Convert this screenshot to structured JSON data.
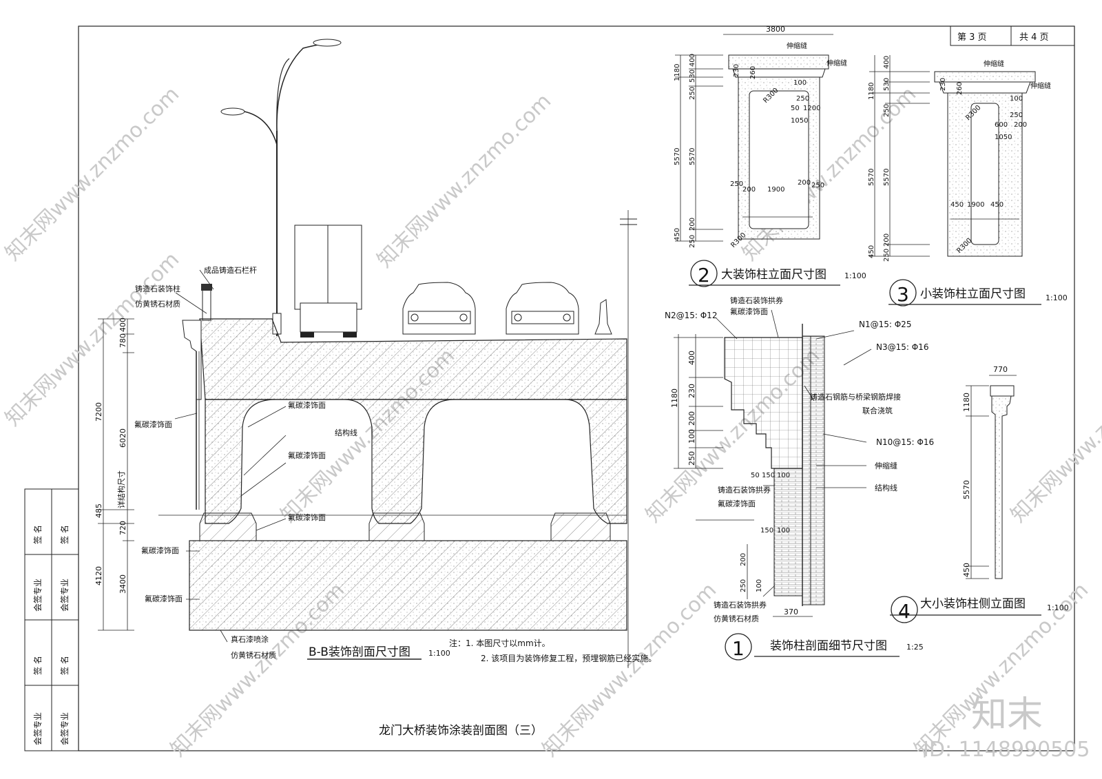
{
  "sheet": {
    "page_label": "第  3  页",
    "total_label": "共  4  页",
    "title": "龙门大桥装饰涂装剖面图（三）",
    "id_label": "ID: 1148990505",
    "watermark_brand": "知末",
    "watermark_site": "知末网www.znzmo.com"
  },
  "signature_block": [
    "签  名",
    "签  名",
    "会签专业",
    "会签专业",
    "签  名",
    "签  名",
    "会签专业",
    "会签专业"
  ],
  "section_bb": {
    "title": "B-B装饰剖面尺寸图",
    "scale": "1:100",
    "note_line1": "注：1. 本图尺寸以mm计。",
    "note_line2": "2. 该项目为装饰修复工程，预埋钢筋已经实施。",
    "labels": {
      "railing": "成品铸造石栏杆",
      "deco_column": "铸造石装饰柱",
      "imitation_stone": "仿黄锈石材质",
      "fluorocarbon": "氟碳漆饰面",
      "structure_line": "结构线",
      "detail_by_structure": "详结构尺寸",
      "real_stone": "真石漆喷涂"
    },
    "dims": [
      "400",
      "780",
      "6020",
      "7200",
      "485",
      "720",
      "3400",
      "4120"
    ]
  },
  "detail2": {
    "number": "2",
    "title": "大装饰柱立面尺寸图",
    "scale": "1:100",
    "dims": [
      "3800",
      "400",
      "530",
      "1180",
      "250",
      "5570",
      "5570",
      "450",
      "200",
      "250",
      "230",
      "260",
      "R300",
      "100",
      "250",
      "50",
      "1200",
      "1050",
      "250",
      "200",
      "1900",
      "200",
      "250",
      "R300"
    ],
    "joint": "伸缩缝"
  },
  "detail3": {
    "number": "3",
    "title": "小装饰柱立面尺寸图",
    "scale": "1:100",
    "dims": [
      "400",
      "530",
      "1180",
      "250",
      "5570",
      "5570",
      "450",
      "200",
      "250",
      "230",
      "260",
      "R300",
      "100",
      "250",
      "600",
      "200",
      "1050",
      "450",
      "1900",
      "450",
      "R300"
    ],
    "joint": "伸缩缝"
  },
  "detail1": {
    "number": "1",
    "title": "装饰柱剖面细节尺寸图",
    "scale": "1:25",
    "rebar": [
      "N2@15: Φ12",
      "N1@15: Φ25",
      "N3@15: Φ16",
      "N10@15: Φ16"
    ],
    "labels": {
      "arch": "铸造石装饰拱券",
      "fluoro": "氟碳漆饰面",
      "weld": "铸造石钢筋与桥梁钢筋焊接",
      "pour": "联合浇筑",
      "joint": "伸缩缝",
      "structure": "结构线",
      "imitation": "仿黄锈石材质"
    },
    "dims": [
      "1180",
      "400",
      "230",
      "200",
      "100",
      "250",
      "50",
      "150",
      "100",
      "150",
      "100",
      "200",
      "250",
      "100",
      "370"
    ]
  },
  "detail4": {
    "number": "4",
    "title": "大小装饰柱侧立面图",
    "scale": "1:100",
    "dims": [
      "770",
      "1180",
      "5570",
      "450"
    ]
  }
}
